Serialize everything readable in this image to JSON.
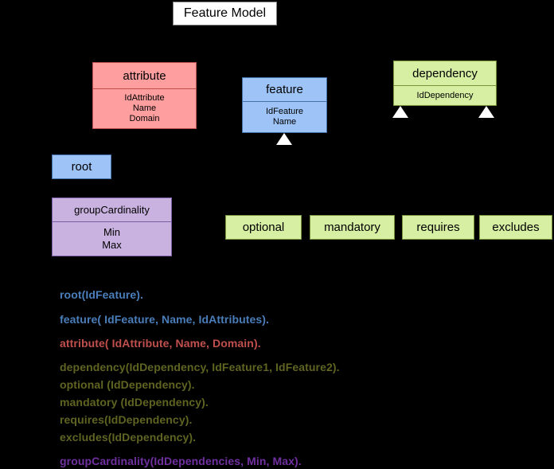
{
  "title": {
    "label": "Feature Model"
  },
  "entities": [
    {
      "name": "attribute",
      "attributes": [
        "IdAttribute",
        "Name",
        "Domain"
      ],
      "color": "#ff9e9e",
      "border": "#c0504d"
    },
    {
      "name": "feature",
      "attributes": [
        "IdFeature",
        "Name"
      ],
      "color": "#9dc3f7",
      "border": "#4472a8"
    },
    {
      "name": "dependency",
      "attributes": [
        "IdDependency"
      ],
      "color": "#d7efa2",
      "border": "#77933c"
    },
    {
      "name": "root",
      "attributes": [],
      "color": "#9dc3f7",
      "border": "#4472a8"
    },
    {
      "name": "groupCardinality",
      "attributes": [
        "Min",
        "Max"
      ],
      "color": "#c9b2e0",
      "border": "#7a5ea5"
    },
    {
      "name": "optional",
      "attributes": [],
      "color": "#d7efa2",
      "border": "#77933c"
    },
    {
      "name": "mandatory",
      "attributes": [],
      "color": "#d7efa2",
      "border": "#77933c"
    },
    {
      "name": "requires",
      "attributes": [],
      "color": "#d7efa2",
      "border": "#77933c"
    },
    {
      "name": "excludes",
      "attributes": [],
      "color": "#d7efa2",
      "border": "#77933c"
    }
  ],
  "predicates": [
    {
      "text": "root(IdFeature).",
      "color": "#4a7ebb"
    },
    {
      "text": "feature( IdFeature, Name, IdAttributes).",
      "color": "#4a7ebb"
    },
    {
      "text": "attribute( IdAttribute, Name, Domain).",
      "color": "#c0504d"
    },
    {
      "text": "dependency(IdDependency, IdFeature1, IdFeature2).",
      "color": "#5f6421"
    },
    {
      "text": "optional (IdDependency).",
      "color": "#5f6421"
    },
    {
      "text": "mandatory (IdDependency).",
      "color": "#5f6421"
    },
    {
      "text": "requires(IdDependency).",
      "color": "#5f6421"
    },
    {
      "text": "excludes(IdDependency).",
      "color": "#5f6421"
    },
    {
      "text": "groupCardinality(IdDependencies, Min, Max).",
      "color": "#7030a0"
    }
  ],
  "markers": {
    "feature_generalisation": "triangle-up",
    "dependency_generalisation_left": "triangle-up",
    "dependency_generalisation_right": "triangle-up"
  }
}
